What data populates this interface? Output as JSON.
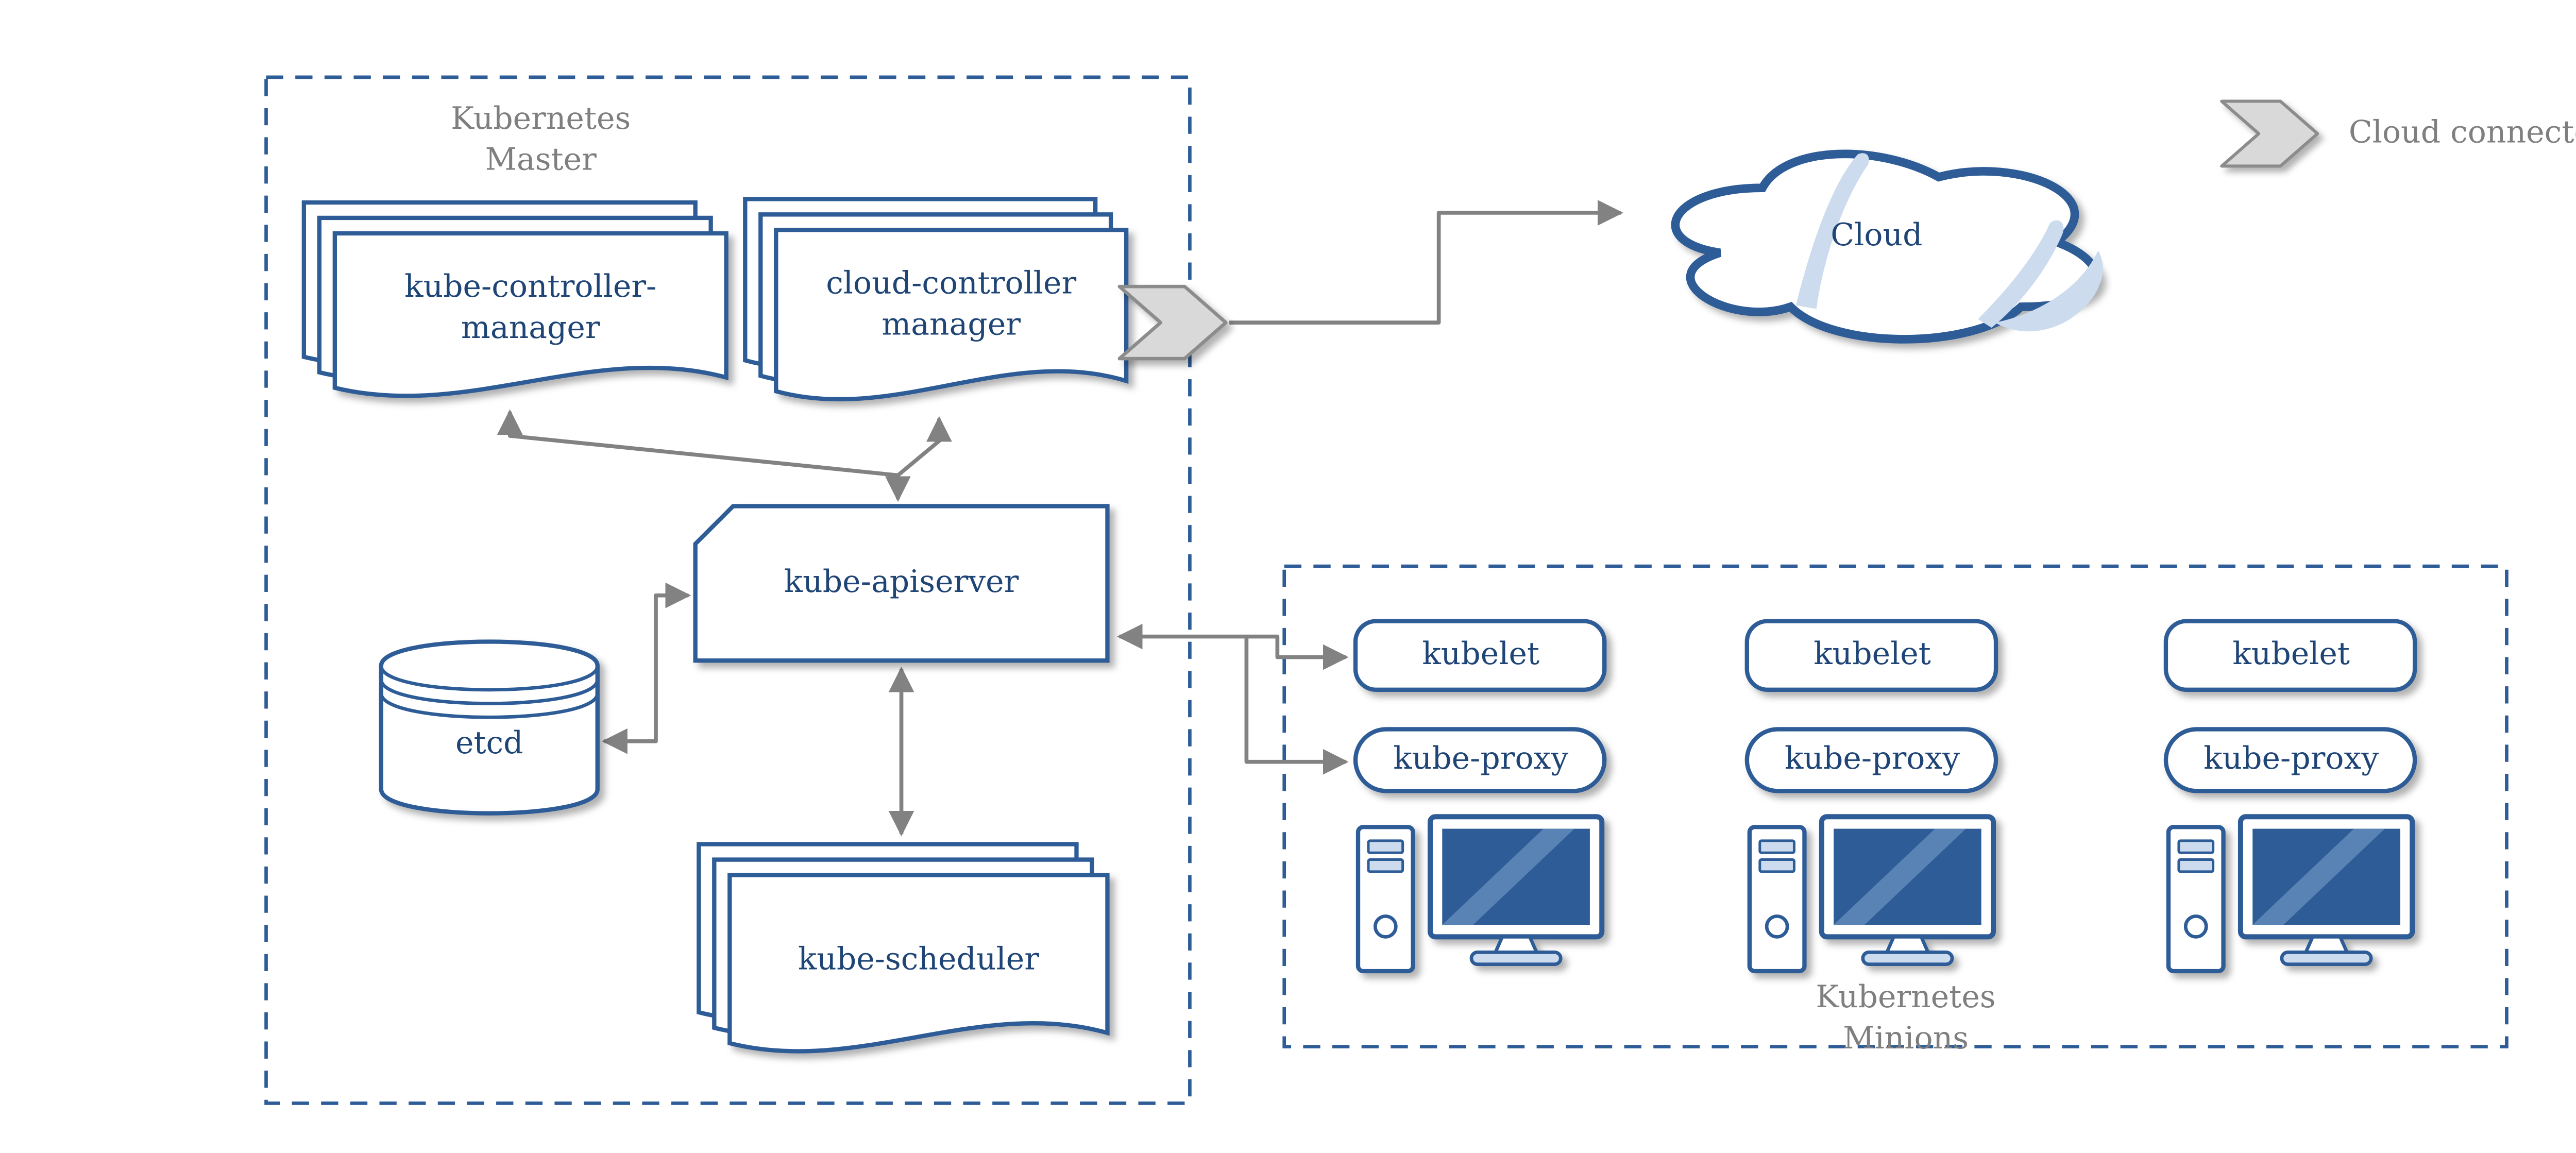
{
  "colors": {
    "shape_stroke_blue": "#2e5c97",
    "node_text_blue": "#1f4576",
    "container_text_gray": "#7f7f7f",
    "arrow_gray": "#828282",
    "connector_fill_gray": "#d9d9d9",
    "screen_fill_blue": "#2e5c97",
    "accent_light_blue": "#ccdcee"
  },
  "master": {
    "title_line1": "Kubernetes",
    "title_line2": "Master",
    "kube_controller_manager_line1": "kube-controller-",
    "kube_controller_manager_line2": "manager",
    "cloud_controller_manager_line1": "cloud-controller",
    "cloud_controller_manager_line2": "manager",
    "kube_apiserver": "kube-apiserver",
    "etcd": "etcd",
    "kube_scheduler": "kube-scheduler"
  },
  "cloud": {
    "label": "Cloud"
  },
  "legend": {
    "cloud_connector": "Cloud connector"
  },
  "minions": {
    "title_line1": "Kubernetes",
    "title_line2": "Minions",
    "nodes": [
      {
        "kubelet": "kubelet",
        "kube_proxy": "kube-proxy"
      },
      {
        "kubelet": "kubelet",
        "kube_proxy": "kube-proxy"
      },
      {
        "kubelet": "kubelet",
        "kube_proxy": "kube-proxy"
      }
    ]
  }
}
